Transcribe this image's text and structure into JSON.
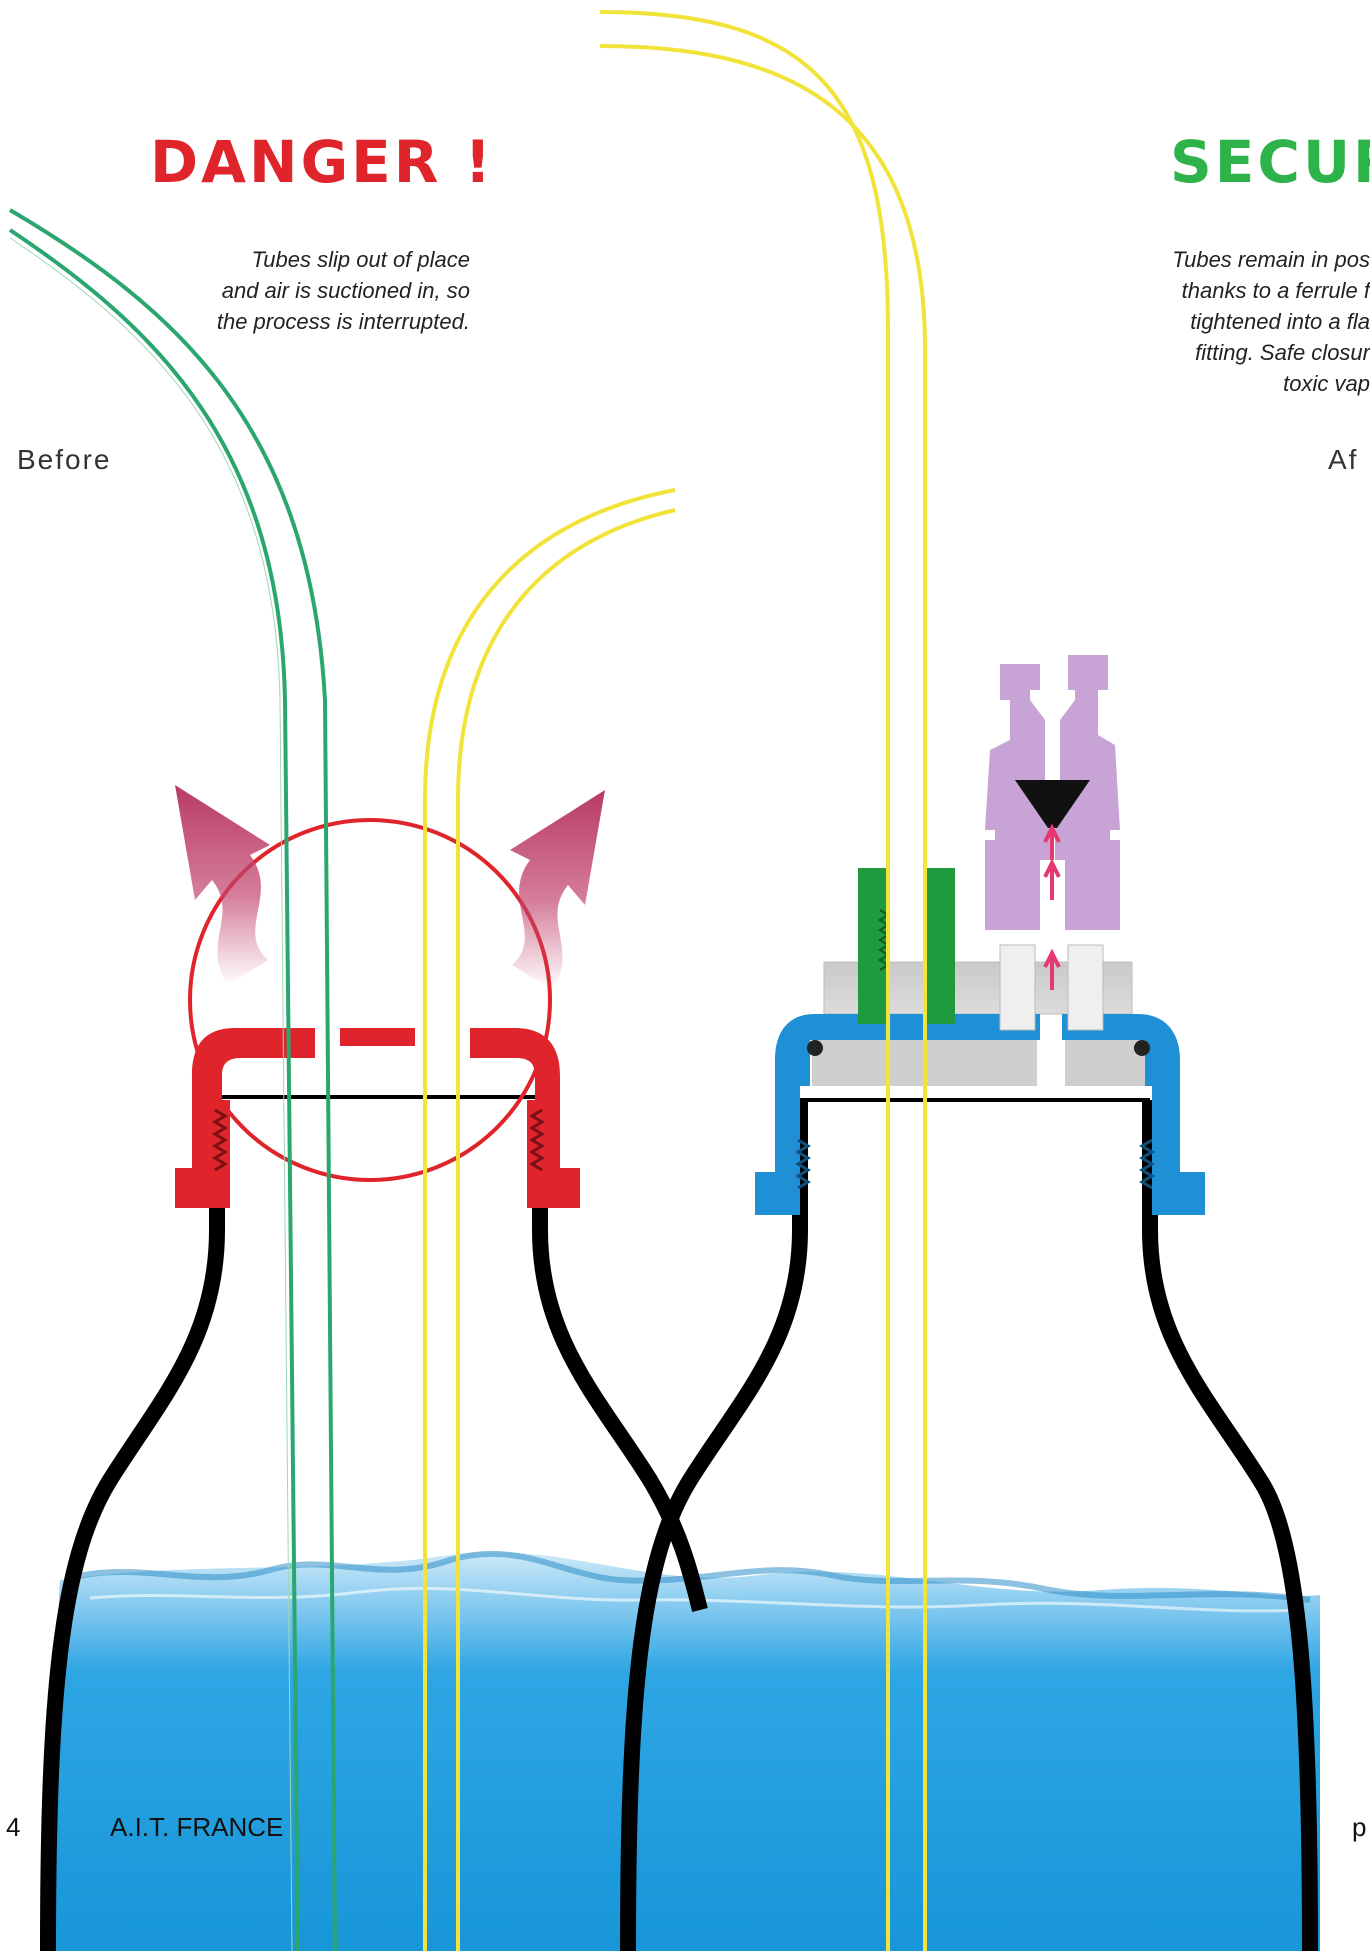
{
  "left_panel": {
    "title": "DANGER !",
    "caption_lines": [
      "Tubes slip out of place",
      "and air is suctioned in, so",
      "the process is interrupted."
    ],
    "state_label": "Before",
    "cap_color": "#e0242b"
  },
  "right_panel": {
    "title": "SECUR",
    "caption_lines": [
      "Tubes remain in pos",
      "thanks to a ferrule f",
      "tightened into a fla",
      "fitting. Safe closur",
      "toxic vap"
    ],
    "state_label": "Af",
    "cap_color": "#1f8fd6",
    "fitting_color": "#c8a4d6",
    "tube_nut_color": "#1f9a3e"
  },
  "footer": {
    "page_number": "4",
    "brand": "A.I.T. FRANCE",
    "right_fragment": "p"
  },
  "colors": {
    "danger_red": "#e0242b",
    "secure_green": "#2eb34a",
    "tube_green": "#2ca66f",
    "tube_yellow": "#f2e33a",
    "liquid_blue": "#1a9ee0",
    "bottle_black": "#000000",
    "arrow_pink": "#c2456e"
  }
}
